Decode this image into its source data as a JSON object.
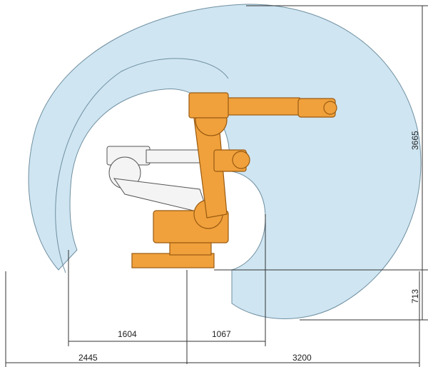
{
  "dimensions": {
    "d1604": "1604",
    "d1067": "1067",
    "d2445": "2445",
    "d3200": "3200",
    "d3665": "3665",
    "d713": "713"
  },
  "colors": {
    "workspace": "#cfe5f2",
    "robot_orange": "#f0a13c",
    "robot_dark": "#9a5a10",
    "robot_ghost": "#f4f4f4",
    "line": "#333333"
  }
}
